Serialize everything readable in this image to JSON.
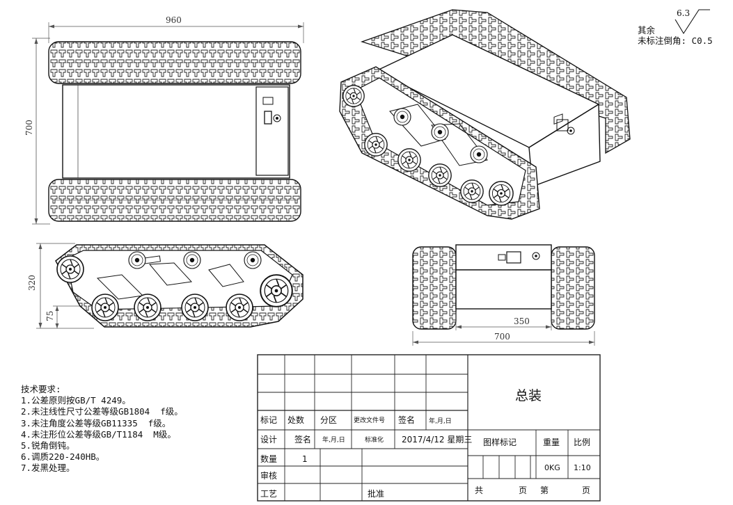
{
  "dimensions": {
    "top_width": "960",
    "top_height": "700",
    "side_height": "320",
    "side_clearance": "75",
    "front_inner": "350",
    "front_total": "700"
  },
  "surface_note": {
    "roughness": "6.3",
    "line1": "其余",
    "line2": "未标注倒角: C0.5"
  },
  "tech_requirements": {
    "title": "技术要求:",
    "items": [
      "1.公差原则按GB/T 4249。",
      "2.未注线性尺寸公差等级GB1804  f级。",
      "3.未注角度公差等级GB11335  f级。",
      "4.未注形位公差等级GB/T1184  M级。",
      "5.锐角倒钝。",
      "6.调质220-240HB。",
      "7.发黑处理。"
    ]
  },
  "title_block": {
    "mark": "标记",
    "count": "处数",
    "zone": "分区",
    "change_doc": "更改文件号",
    "sign": "签名",
    "date": "年,月,日",
    "design": "设计",
    "sign2": "签名",
    "date2": "年,月,日",
    "standardize": "标准化",
    "quantity_label": "数量",
    "quantity_value": "1",
    "review": "审核",
    "process": "工艺",
    "approve": "批准",
    "sign_date_value": "2017/4/12 星期三",
    "drawing_title": "总装",
    "stage_mark": "图样标记",
    "weight_label": "重量",
    "scale_label": "比例",
    "weight_value": "0KG",
    "scale_value": "1:10",
    "total": "共",
    "page": "页",
    "sheet_no": "第",
    "page2": "页"
  }
}
